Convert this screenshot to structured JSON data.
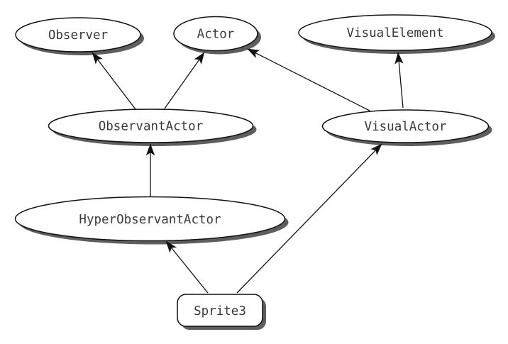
{
  "diagram": {
    "type": "class-inheritance-diagram",
    "colors": {
      "background": "#ffffff",
      "node_fill": "#ffffff",
      "node_stroke": "#111111",
      "node_shadow": "#5e5e5e",
      "label_text": "#3a3a3a",
      "edge": "#111111"
    },
    "nodes": {
      "observer": {
        "label": "Observer",
        "shape": "ellipse"
      },
      "actor": {
        "label": "Actor",
        "shape": "ellipse"
      },
      "visual_element": {
        "label": "VisualElement",
        "shape": "ellipse"
      },
      "observant_actor": {
        "label": "ObservantActor",
        "shape": "ellipse"
      },
      "visual_actor": {
        "label": "VisualActor",
        "shape": "ellipse"
      },
      "hyper_observant_actor": {
        "label": "HyperObservantActor",
        "shape": "ellipse"
      },
      "sprite3": {
        "label": "Sprite3",
        "shape": "rounded-rectangle"
      }
    },
    "edges": [
      {
        "from": "ObservantActor",
        "to": "Observer",
        "type": "inheritance-arrow"
      },
      {
        "from": "ObservantActor",
        "to": "Actor",
        "type": "inheritance-arrow"
      },
      {
        "from": "VisualActor",
        "to": "Actor",
        "type": "inheritance-arrow"
      },
      {
        "from": "VisualActor",
        "to": "VisualElement",
        "type": "inheritance-arrow"
      },
      {
        "from": "HyperObservantActor",
        "to": "ObservantActor",
        "type": "inheritance-arrow"
      },
      {
        "from": "Sprite3",
        "to": "HyperObservantActor",
        "type": "inheritance-arrow"
      },
      {
        "from": "Sprite3",
        "to": "VisualActor",
        "type": "inheritance-arrow"
      }
    ]
  }
}
